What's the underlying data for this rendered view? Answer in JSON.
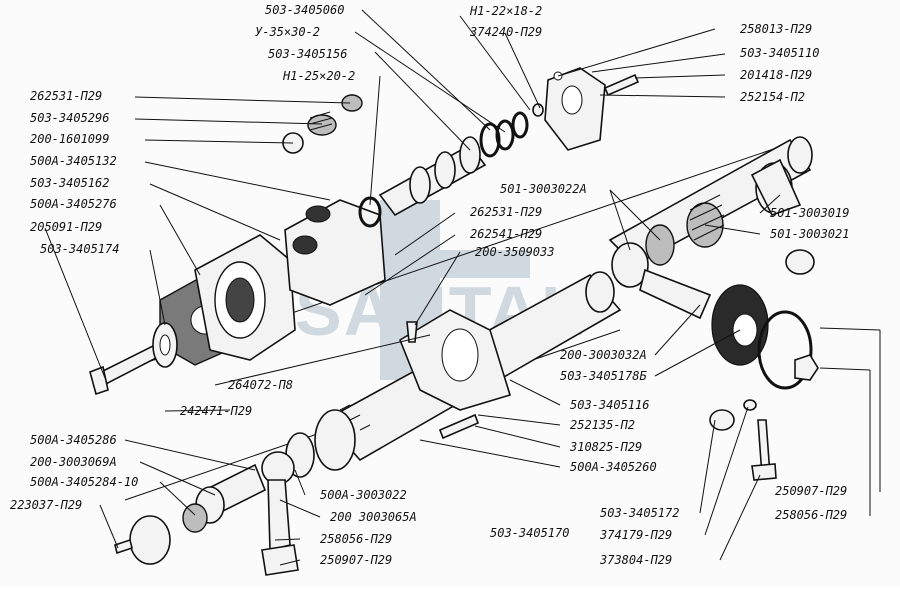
{
  "watermark": "SANTAL",
  "labels": {
    "l1": "503-3405060",
    "l2": "H1-22×18-2",
    "l3": "У-35×30-2",
    "l4": "374240-П29",
    "l5": "503-3405156",
    "l6": "Н1-25×20-2",
    "l7": "258013-П29",
    "l8": "503-3405110",
    "l9": "201418-П29",
    "l10": "252154-П2",
    "l11": "262531-П29",
    "l12": "503-3405296",
    "l13": "200-1601099",
    "l14": "500А-3405132",
    "l15": "503-3405162",
    "l16": "500А-3405276",
    "l17": "205091-П29",
    "l18": "503-3405174",
    "l19": "501-3003022А",
    "l20": "262531-П29",
    "l21": "262541-П29",
    "l22": "200-3509033",
    "l23": "501-3003019",
    "l24": "501-3003021",
    "l25": "200-3003032А",
    "l26": "503-3405178Б",
    "l27": "264072-П8",
    "l28": "242471-П29",
    "l29": "503-3405116",
    "l30": "252135-П2",
    "l31": "310825-П29",
    "l32": "500А-3405260",
    "l33": "500А-3405286",
    "l34": "200-3003069А",
    "l35": "500А-3405284-10",
    "l36": "223037-П29",
    "l37": "500А-3003022",
    "l38": "200 3003065А",
    "l39": "258056-П29",
    "l40": "250907-П29",
    "l41": "503-3405170",
    "l42": "503-3405172",
    "l43": "374179-П29",
    "l44": "373804-П29",
    "l45": "250907-П29",
    "l46": "258056-П29"
  }
}
